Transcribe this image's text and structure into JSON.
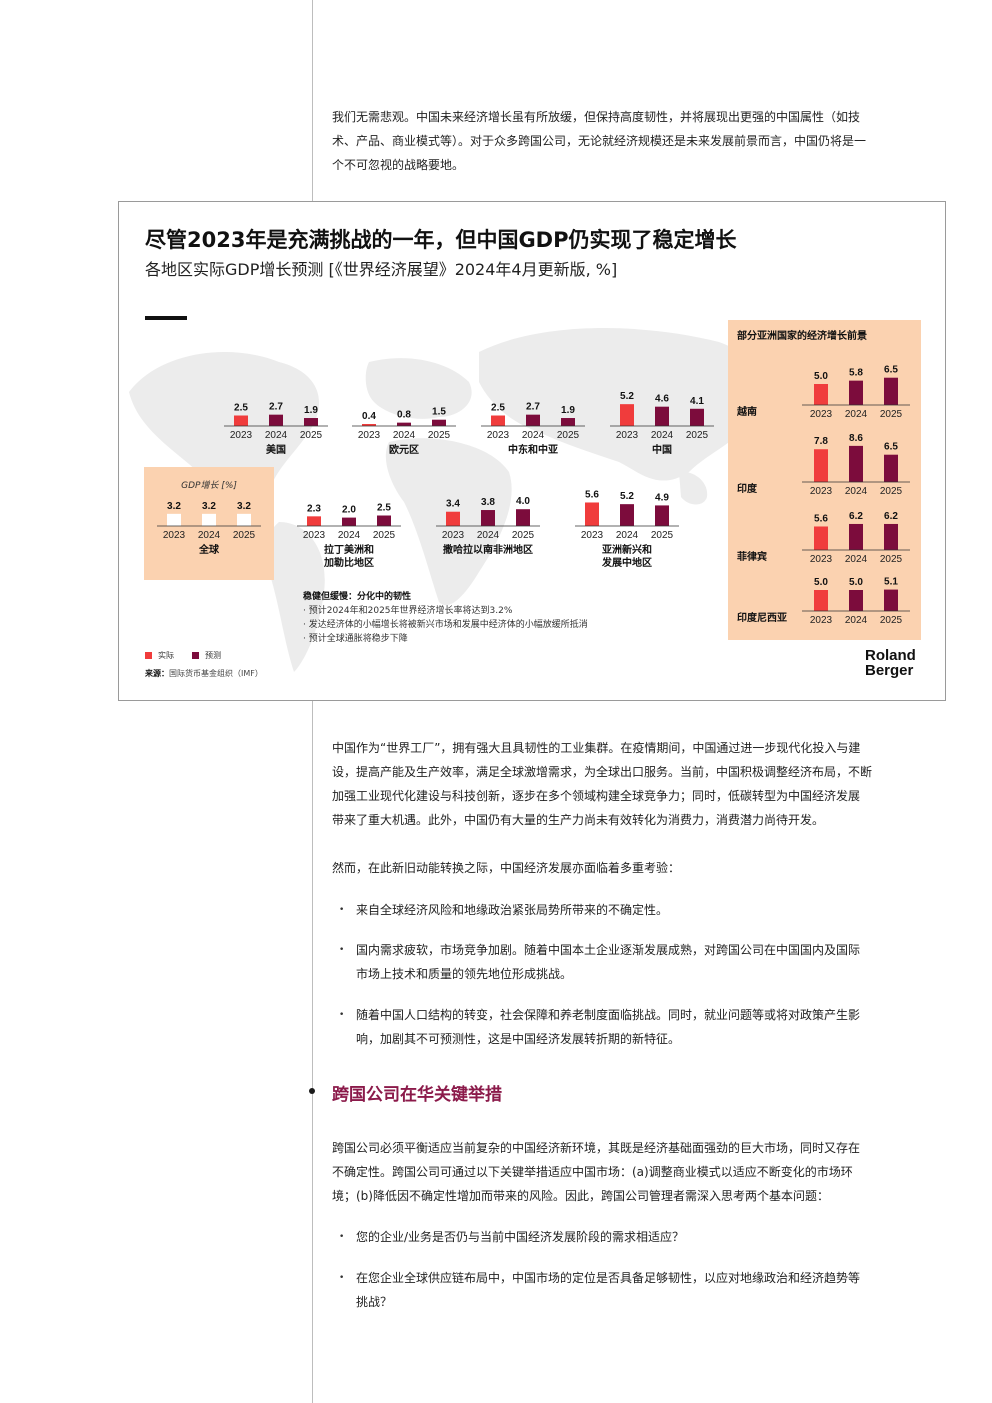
{
  "intro": {
    "lines": [
      "我们无需悲观。中国未来经济增长虽有所放缓，但保持高度韧性，并将展现出更强的中国属性（如技",
      "术、产品、商业模式等）。对于众多跨国公司，无论就经济规模还是未来发展前景而言，中国仍将是一",
      "个不可忽视的战略要地。"
    ]
  },
  "figure": {
    "title": "尽管2023年是充满挑战的一年，但中国GDP仍实现了稳定增长",
    "subtitle": "各地区实际GDP增长预测 [《世界经济展望》2024年4月更新版, %]",
    "notes_title": "稳健但缓慢：分化中的韧性",
    "notes": [
      "· 预计2024年和2025年世界经济增长率将达到3.2%",
      "· 发达经济体的小幅增长将被新兴市场和发展中经济体的小幅放缓所抵消",
      "· 预计全球通胀将稳步下降"
    ],
    "legend": {
      "actual": "实际",
      "forecast": "预测"
    },
    "source_label": "来源：",
    "source_text": "国际货币基金组织（IMF）",
    "logo_line1": "Roland",
    "logo_line2": "Berger",
    "colors": {
      "actual": "#f03c3c",
      "forecast": "#7c0c3c",
      "panel": "#fbd2b0"
    }
  },
  "chart_data": {
    "type": "bar",
    "years": [
      "2023",
      "2024",
      "2025"
    ],
    "series_types": [
      "实际",
      "预测",
      "预测"
    ],
    "global_box_label": "GDP增长 [%]",
    "regions": [
      {
        "name": "美国",
        "values": [
          2.5,
          2.7,
          1.9
        ]
      },
      {
        "name": "欧元区",
        "values": [
          0.4,
          0.8,
          1.5
        ]
      },
      {
        "name": "中东和中亚",
        "values": [
          2.5,
          2.7,
          1.9
        ]
      },
      {
        "name": "中国",
        "values": [
          5.2,
          4.6,
          4.1
        ]
      },
      {
        "name": "全球",
        "values": [
          3.2,
          3.2,
          3.2
        ]
      },
      {
        "name": "拉丁美洲和加勒比地区",
        "values": [
          2.3,
          2.0,
          2.5
        ]
      },
      {
        "name": "撒哈拉以南非洲地区",
        "values": [
          3.4,
          3.8,
          4.0
        ]
      },
      {
        "name": "亚洲新兴和发展中地区",
        "values": [
          5.6,
          5.2,
          4.9
        ]
      }
    ],
    "asia_panel": {
      "title": "部分亚洲国家的经济增长前景",
      "countries": [
        {
          "name": "越南",
          "values": [
            5.0,
            5.8,
            6.5
          ]
        },
        {
          "name": "印度",
          "values": [
            7.8,
            8.6,
            6.5
          ]
        },
        {
          "name": "菲律宾",
          "values": [
            5.6,
            6.2,
            6.2
          ]
        },
        {
          "name": "印度尼西亚",
          "values": [
            5.0,
            5.0,
            5.1
          ]
        }
      ]
    }
  },
  "body": {
    "p1": [
      "中国作为“世界工厂”，拥有强大且具韧性的工业集群。在疫情期间，中国通过进一步现代化投入与建",
      "设，提高产能及生产效率，满足全球激增需求，为全球出口服务。当前，中国积极调整经济布局，不断",
      "加强工业现代化建设与科技创新，逐步在多个领域构建全球竞争力；同时，低碳转型为中国经济发展",
      "带来了重大机遇。此外，中国仍有大量的生产力尚未有效转化为消费力，消费潜力尚待开发。"
    ],
    "p2": "然而，在此新旧动能转换之际，中国经济发展亦面临着多重考验：",
    "bullets1": [
      [
        "来自全球经济风险和地缘政治紧张局势所带来的不确定性。"
      ],
      [
        "国内需求疲软，市场竞争加剧。随着中国本土企业逐渐发展成熟，对跨国公司在中国国内及国际",
        "市场上技术和质量的领先地位形成挑战。"
      ],
      [
        "随着中国人口结构的转变，社会保障和养老制度面临挑战。同时，就业问题等或将对政策产生影",
        "响，加剧其不可预测性，这是中国经济发展转折期的新特征。"
      ]
    ],
    "section_title": "跨国公司在华关键举措",
    "p3": [
      "跨国公司必须平衡适应当前复杂的中国经济新环境，其既是经济基础面强劲的巨大市场，同时又存在",
      "不确定性。跨国公司可通过以下关键举措适应中国市场：(a)调整商业模式以适应不断变化的市场环",
      "境；(b)降低因不确定性增加而带来的风险。因此，跨国公司管理者需深入思考两个基本问题："
    ],
    "bullets2": [
      [
        "您的企业/业务是否仍与当前中国经济发展阶段的需求相适应？"
      ],
      [
        "在您企业全球供应链布局中，中国市场的定位是否具备足够韧性，以应对地缘政治和经济趋势等",
        "挑战？"
      ]
    ]
  }
}
